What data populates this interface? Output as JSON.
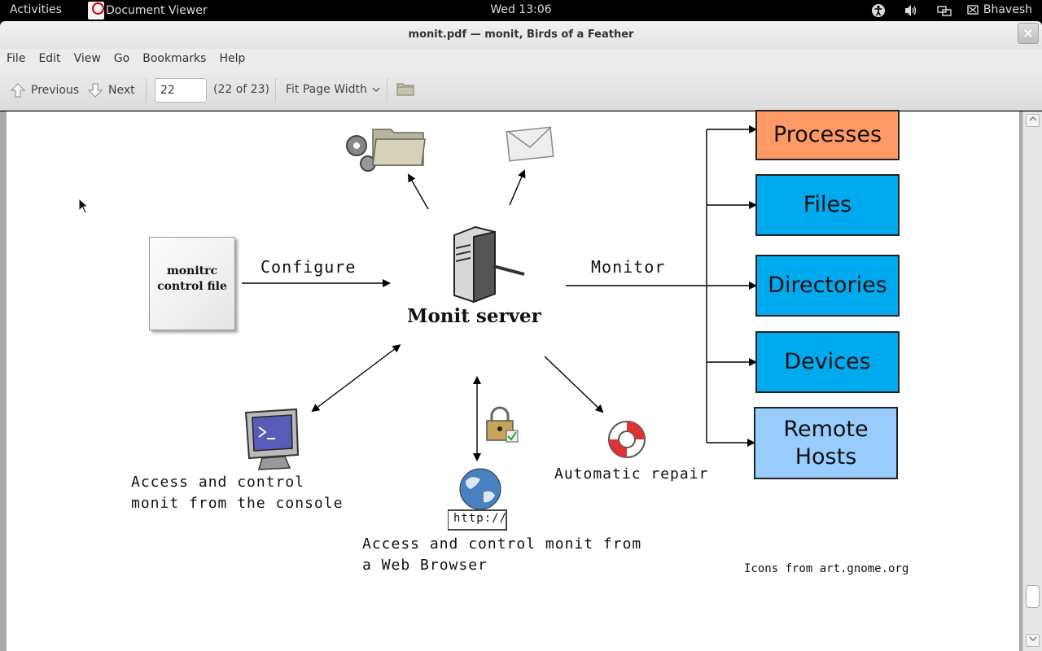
{
  "topbar": {
    "activities": "Activities",
    "app_name": "Document Viewer",
    "clock": "Wed 13:06",
    "user": "Bhavesh",
    "icons": [
      "accessibility-icon",
      "volume-icon",
      "network-icon",
      "user-icon"
    ]
  },
  "window": {
    "title": "monit.pdf — monit, Birds of a Feather",
    "close_label": "×"
  },
  "menubar": [
    "File",
    "Edit",
    "View",
    "Go",
    "Bookmarks",
    "Help"
  ],
  "toolbar": {
    "previous": "Previous",
    "next": "Next",
    "page_value": "22",
    "page_count": "(22 of 23)",
    "zoom": "Fit Page Width"
  },
  "diagram": {
    "monitrc": [
      "monitrc",
      "control file"
    ],
    "configure": "Configure",
    "server": "Monit server",
    "monitor": "Monitor",
    "boxes": [
      {
        "label": "Processes",
        "color": "#ff9966"
      },
      {
        "label": "Files",
        "color": "#00aaee"
      },
      {
        "label": "Directories",
        "color": "#00aaee"
      },
      {
        "label": "Devices",
        "color": "#00aaee"
      },
      {
        "label": "Remote Hosts",
        "color": "#99ccff"
      }
    ],
    "console": [
      "Access and control",
      "monit from the console"
    ],
    "web": [
      "Access and control monit from",
      "a Web Browser"
    ],
    "repair": "Automatic repair",
    "http": "http://",
    "credit": "Icons from art.gnome.org"
  }
}
